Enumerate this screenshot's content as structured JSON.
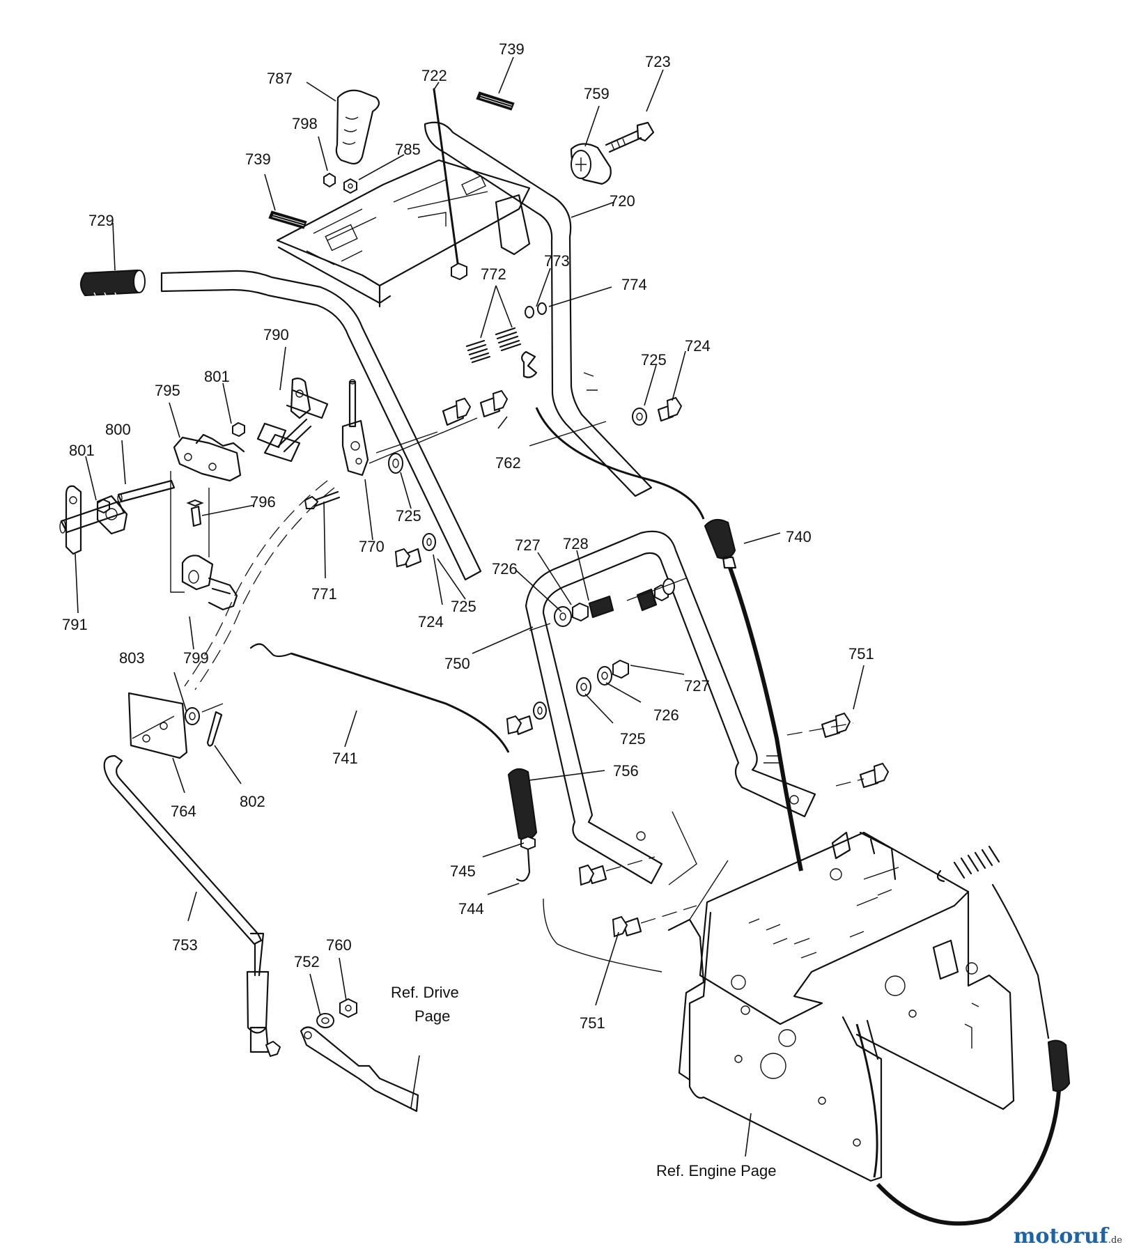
{
  "labels": [
    {
      "id": "787",
      "text": "787"
    },
    {
      "id": "722",
      "text": "722"
    },
    {
      "id": "739a",
      "text": "739"
    },
    {
      "id": "723",
      "text": "723"
    },
    {
      "id": "759",
      "text": "759"
    },
    {
      "id": "798",
      "text": "798"
    },
    {
      "id": "785",
      "text": "785"
    },
    {
      "id": "739b",
      "text": "739"
    },
    {
      "id": "720",
      "text": "720"
    },
    {
      "id": "729",
      "text": "729"
    },
    {
      "id": "773",
      "text": "773"
    },
    {
      "id": "772",
      "text": "772"
    },
    {
      "id": "774",
      "text": "774"
    },
    {
      "id": "790",
      "text": "790"
    },
    {
      "id": "724a",
      "text": "724"
    },
    {
      "id": "725a",
      "text": "725"
    },
    {
      "id": "801a",
      "text": "801"
    },
    {
      "id": "795",
      "text": "795"
    },
    {
      "id": "800",
      "text": "800"
    },
    {
      "id": "801b",
      "text": "801"
    },
    {
      "id": "762",
      "text": "762"
    },
    {
      "id": "796",
      "text": "796"
    },
    {
      "id": "725b",
      "text": "725"
    },
    {
      "id": "740",
      "text": "740"
    },
    {
      "id": "770",
      "text": "770"
    },
    {
      "id": "727a",
      "text": "727"
    },
    {
      "id": "728",
      "text": "728"
    },
    {
      "id": "771",
      "text": "771"
    },
    {
      "id": "726a",
      "text": "726"
    },
    {
      "id": "725c",
      "text": "725"
    },
    {
      "id": "724b",
      "text": "724"
    },
    {
      "id": "791",
      "text": "791"
    },
    {
      "id": "751a",
      "text": "751"
    },
    {
      "id": "750",
      "text": "750"
    },
    {
      "id": "803",
      "text": "803"
    },
    {
      "id": "799",
      "text": "799"
    },
    {
      "id": "727b",
      "text": "727"
    },
    {
      "id": "726b",
      "text": "726"
    },
    {
      "id": "725d",
      "text": "725"
    },
    {
      "id": "741",
      "text": "741"
    },
    {
      "id": "756",
      "text": "756"
    },
    {
      "id": "802",
      "text": "802"
    },
    {
      "id": "764",
      "text": "764"
    },
    {
      "id": "745",
      "text": "745"
    },
    {
      "id": "744",
      "text": "744"
    },
    {
      "id": "753",
      "text": "753"
    },
    {
      "id": "760",
      "text": "760"
    },
    {
      "id": "752",
      "text": "752"
    },
    {
      "id": "751b",
      "text": "751"
    }
  ],
  "references": {
    "drive_line1": "Ref. Drive",
    "drive_line2": "Page",
    "engine": "Ref. Engine Page"
  },
  "watermark": {
    "main": "motoruf",
    "suffix": ".de"
  }
}
